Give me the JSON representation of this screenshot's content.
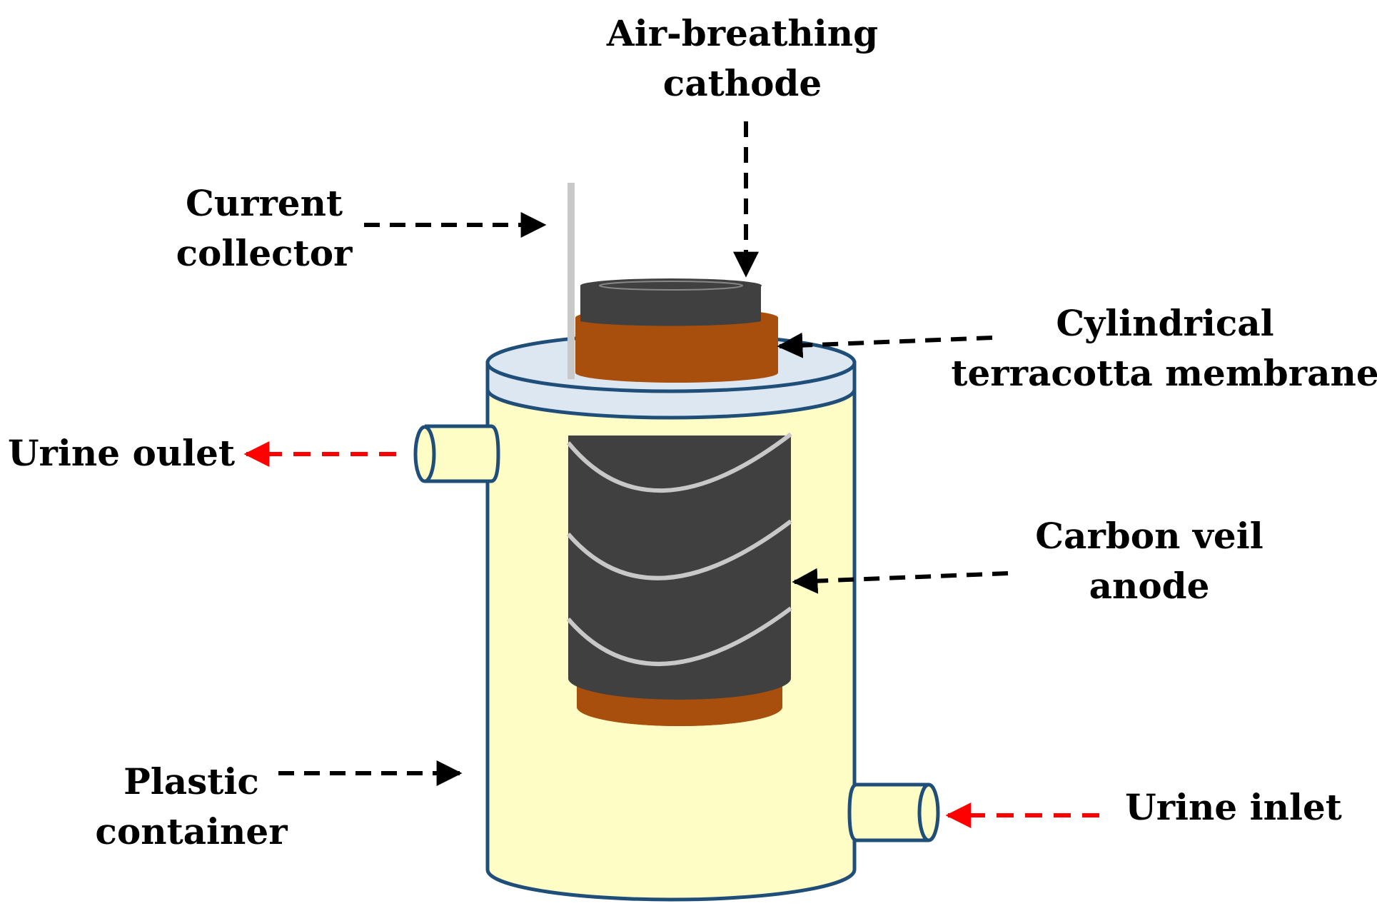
{
  "labels": {
    "cathode": [
      "Air-breathing",
      "cathode"
    ],
    "current_collector": [
      "Current",
      "collector"
    ],
    "membrane": [
      "Cylindrical",
      "terracotta membrane"
    ],
    "outlet": "Urine oulet",
    "anode": [
      "Carbon veil",
      "anode"
    ],
    "container": [
      "Plastic",
      "container"
    ],
    "inlet": "Urine inlet"
  },
  "colors": {
    "container_fill": "#fffdc6",
    "container_outline": "#1f4e79",
    "lid_fill": "#dde7f2",
    "anode_fill": "#404040",
    "terracotta_fill": "#a84f0e",
    "cathode_fill": "#404040",
    "wire": "#c8c8c8",
    "flow_arrow": "#ff0000",
    "pointer_arrow": "#000000"
  },
  "icons": {
    "current_collector": "rod",
    "pointer": "dashed-arrow"
  }
}
